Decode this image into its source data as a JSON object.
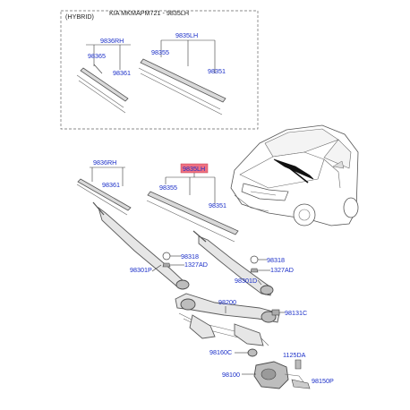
{
  "header": {
    "hybrid": "(HYBRID)",
    "model": "KIA MKMAPM721 - 9835LH"
  },
  "hybrid_box": {
    "label_rh": "9836RH",
    "label_lh": "9835LH",
    "label_365": "98365",
    "label_361": "98361",
    "label_355": "98355",
    "label_351": "98351"
  },
  "main": {
    "label_rh": "9836RH",
    "label_lh_highlight": "9835LH",
    "label_361": "98361",
    "label_355": "98355",
    "label_351": "98351",
    "label_318_left": "98318",
    "label_1327_left": "1327AD",
    "label_318_right": "98318",
    "label_1327_right": "1327AD",
    "label_301p": "98301P",
    "label_301d": "98301D",
    "label_200": "98200",
    "label_131c": "98131C",
    "label_160c": "98160C",
    "label_1125": "1125DA",
    "label_100": "98100",
    "label_150p": "98150P"
  },
  "colors": {
    "label_blue": "#1a2ec8",
    "highlight_fill": "#f07080",
    "car_accent": "#111111"
  }
}
